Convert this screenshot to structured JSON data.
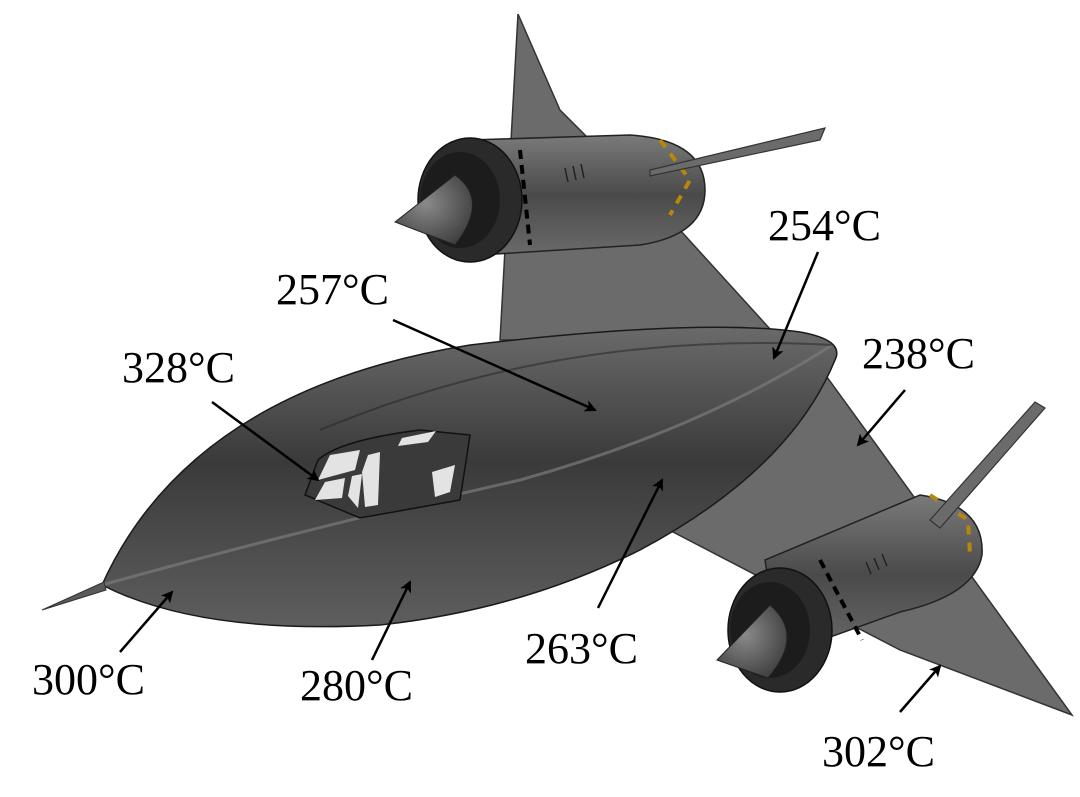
{
  "colors": {
    "body": "#4a4a4a",
    "body_dark": "#2e2e2e",
    "body_light": "#6e6e6e",
    "wing": "#6a6a6a",
    "engine": "#5a5a5a",
    "intake": "#1c1c1c",
    "glass": "#e3e3e3",
    "accent": "#b8860b",
    "text": "#000000"
  },
  "labels": {
    "nose": "300°C",
    "canopy": "328°C",
    "forebody_lower": "280°C",
    "fuselage_top": "257°C",
    "chine": "263°C",
    "tail": "254°C",
    "wing_mid": "238°C",
    "wing_edge": "302°C"
  }
}
